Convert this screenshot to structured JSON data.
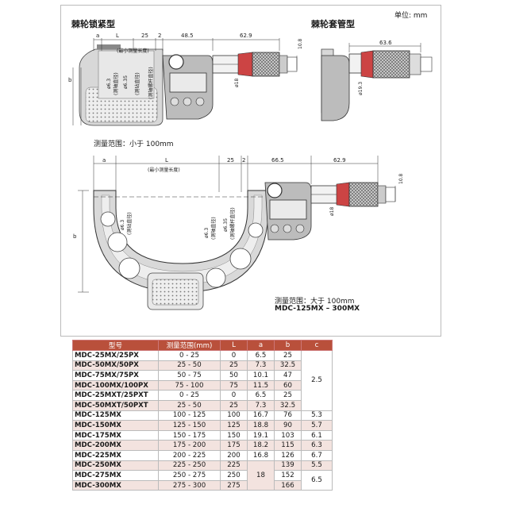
{
  "unit_label": "单位: mm",
  "section_left": "棘轮锁紧型",
  "section_right": "棘轮套管型",
  "range_small": "测量范围：小于 100mm",
  "range_large": "测量范围：大于 100mm",
  "large_model": "MDC-125MX – 300MX",
  "top_dims": {
    "a": "a",
    "L": "L",
    "d25": "25",
    "d2": "2",
    "d48": "48.5",
    "d629": "62.9",
    "d108": "10.8",
    "d636": "63.6",
    "b": "b"
  },
  "top_labels": {
    "min_len": "(最小测量长度)",
    "phi63": "ø6.3",
    "spindle": "(测轴直径)",
    "phi635": "ø6.35",
    "anvil": "(测砧直径)",
    "spindle_dia": "(测轴螺杆直径)",
    "phi18": "ø18",
    "phi193": "ø19.3"
  },
  "big_dims": {
    "a": "a",
    "L": "L",
    "min_len": "(最小测量长度)",
    "d25": "25",
    "d2": "2",
    "d665": "66.5",
    "d629": "62.9",
    "d108": "10.8",
    "b": "b",
    "phi18": "ø18"
  },
  "big_labels": {
    "phi63a": "ø6.3",
    "anvil": "(测砧直径)",
    "phi63b": "ø6.3",
    "spindle": "(测轴直径)",
    "phi635": "ø6.35",
    "spindle_dia": "(测轴螺杆直径)"
  },
  "table": {
    "headers": [
      "型号",
      "测量范围(mm)",
      "L",
      "a",
      "b",
      "c"
    ],
    "rows": [
      [
        "MDC-25MX/25PX",
        "0 - 25",
        "0",
        "6.5",
        "25"
      ],
      [
        "MDC-50MX/50PX",
        "25 - 50",
        "25",
        "7.3",
        "32.5"
      ],
      [
        "MDC-75MX/75PX",
        "50 - 75",
        "50",
        "10.1",
        "47"
      ],
      [
        "MDC-100MX/100PX",
        "75 - 100",
        "75",
        "11.5",
        "60"
      ],
      [
        "MDC-25MXT/25PXT",
        "0 - 25",
        "0",
        "6.5",
        "25"
      ],
      [
        "MDC-50MXT/50PXT",
        "25 - 50",
        "25",
        "7.3",
        "32.5"
      ],
      [
        "MDC-125MX",
        "100 - 125",
        "100",
        "16.7",
        "76",
        "5.3"
      ],
      [
        "MDC-150MX",
        "125 - 150",
        "125",
        "18.8",
        "90",
        "5.7"
      ],
      [
        "MDC-175MX",
        "150 - 175",
        "150",
        "19.1",
        "103",
        "6.1"
      ],
      [
        "MDC-200MX",
        "175 - 200",
        "175",
        "18.2",
        "115",
        "6.3"
      ],
      [
        "MDC-225MX",
        "200 - 225",
        "200",
        "16.8",
        "126",
        "6.7"
      ],
      [
        "MDC-250MX",
        "225 - 250",
        "225",
        "",
        "139",
        "5.5"
      ],
      [
        "MDC-275MX",
        "250 - 275",
        "250",
        "",
        "152",
        ""
      ],
      [
        "MDC-300MX",
        "275 - 300",
        "275",
        "",
        "166",
        ""
      ]
    ],
    "c_merged_small": "2.5",
    "a_merged_large": "18",
    "c_merged_275_300": "6.5"
  }
}
